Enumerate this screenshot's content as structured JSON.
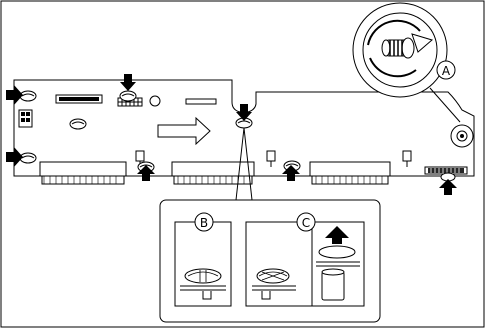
{
  "callouts": {
    "a": "A",
    "b": "B",
    "c": "C"
  },
  "colors": {
    "line": "#000000",
    "background": "#ffffff",
    "arrow_fill": "#000000",
    "swoosh_fill": "#ffffff"
  },
  "icons": [
    "board-outline",
    "standoff-clip",
    "push-arrow",
    "slide-direction-arrow",
    "rotate-knob",
    "clip-detail-panel"
  ]
}
